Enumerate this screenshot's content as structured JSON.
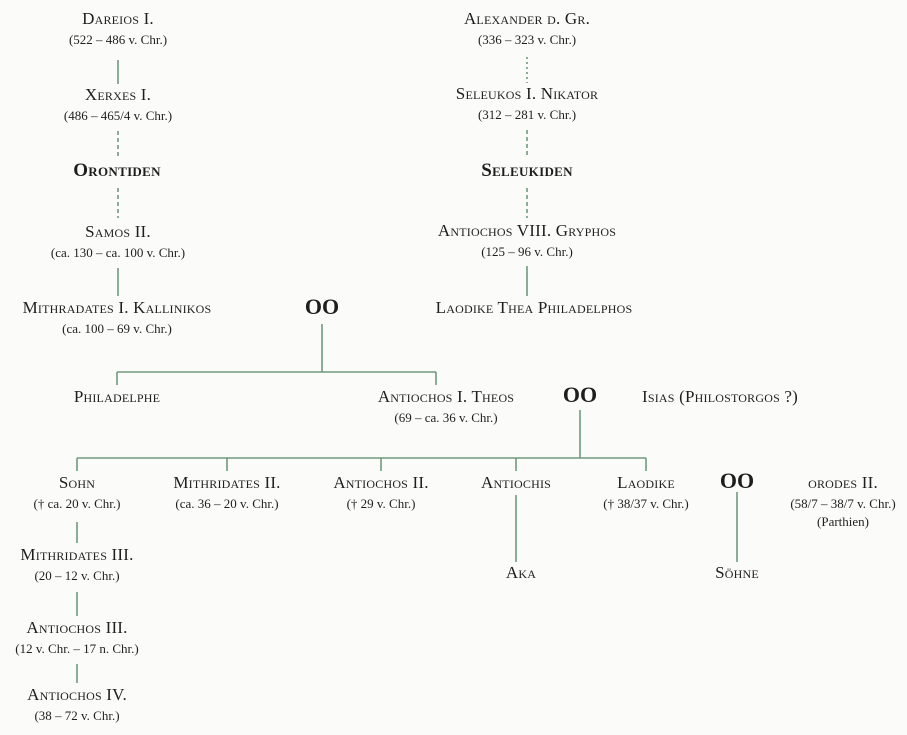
{
  "diagram": {
    "line_color": "#6f9a7c",
    "marriage_symbol": "OO",
    "nodes": {
      "dareios": {
        "name": "Dareios I.",
        "dates": "(522 – 486 v. Chr.)"
      },
      "xerxes": {
        "name": "Xerxes I.",
        "dates": "(486 – 465/4 v. Chr.)"
      },
      "orontiden": {
        "name": "Orontiden"
      },
      "samos": {
        "name": "Samos II.",
        "dates": "(ca. 130 – ca. 100 v. Chr.)"
      },
      "mithradates1": {
        "name": "Mithradates I. Kallinikos",
        "dates": "(ca. 100 – 69 v. Chr.)"
      },
      "alexander": {
        "name": "Alexander d. Gr.",
        "dates": "(336 – 323 v. Chr.)"
      },
      "seleukos": {
        "name": "Seleukos I. Nikator",
        "dates": "(312 – 281 v. Chr.)"
      },
      "seleukiden": {
        "name": "Seleukiden"
      },
      "antiochos8": {
        "name": "Antiochos VIII. Gryphos",
        "dates": "(125 – 96 v. Chr.)"
      },
      "laodike_thea": {
        "name": "Laodike Thea Philadelphos"
      },
      "philadelphe": {
        "name": "Philadelphe"
      },
      "antiochos1": {
        "name": "Antiochos I. Theos",
        "dates": "(69 – ca. 36 v. Chr.)"
      },
      "isias": {
        "name": "Isias (Philostorgos ?)"
      },
      "sohn": {
        "name": "Sohn",
        "dates": "(† ca. 20 v. Chr.)"
      },
      "mithridates2": {
        "name": "Mithridates II.",
        "dates": "(ca. 36 – 20 v. Chr.)"
      },
      "antiochos2": {
        "name": "Antiochos II.",
        "dates": "(† 29 v. Chr.)"
      },
      "antiochis": {
        "name": "Antiochis"
      },
      "laodike": {
        "name": "Laodike",
        "dates": "(† 38/37 v. Chr.)"
      },
      "orodes": {
        "name": "orodes II.",
        "dates": "(58/7 – 38/7 v. Chr.)",
        "note": "(Parthien)"
      },
      "aka": {
        "name": "Aka"
      },
      "soehne": {
        "name": "Söhne"
      },
      "mithridates3": {
        "name": "Mithridates III.",
        "dates": "(20 – 12 v. Chr.)"
      },
      "antiochos3": {
        "name": "Antiochos III.",
        "dates": "(12 v. Chr. – 17 n. Chr.)"
      },
      "antiochos4": {
        "name": "Antiochos IV.",
        "dates": "(38 – 72 v. Chr.)"
      }
    }
  }
}
